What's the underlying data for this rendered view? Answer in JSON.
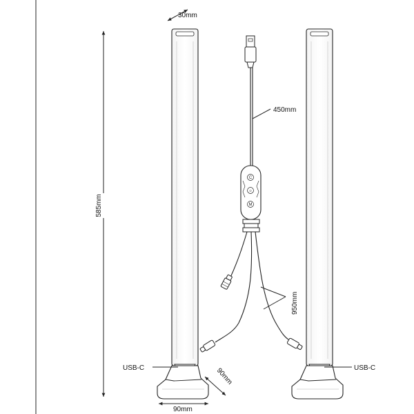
{
  "dimensions": {
    "width_label": "30mm",
    "height_label": "585mm",
    "cable_label": "450mm",
    "branch_cable_label": "950mm",
    "base_width_label": "90mm",
    "base_depth_label": "90mm"
  },
  "ports": {
    "left_port_label": "USB-C",
    "right_port_label": "USB-C"
  },
  "controller": {
    "buttons": [
      "C",
      "☼",
      "M"
    ]
  },
  "colors": {
    "line": "#222222",
    "background": "#ffffff"
  },
  "icons": [
    "usb-a-plug-icon",
    "usb-c-plug-icon",
    "led-light-bar-icon",
    "inline-controller-icon",
    "dimension-arrow-icon"
  ]
}
